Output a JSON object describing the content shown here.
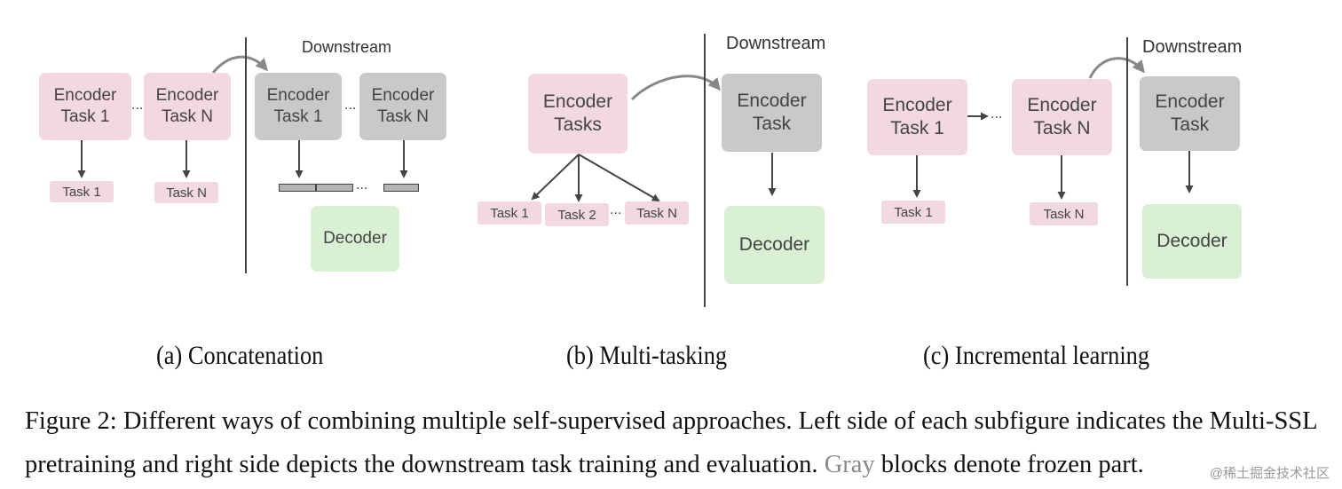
{
  "panel_a": {
    "downstream_label": "Downstream",
    "enc1": [
      "Encoder",
      "Task 1"
    ],
    "encN": [
      "Encoder",
      "Task N"
    ],
    "frozen1": [
      "Encoder",
      "Task 1"
    ],
    "frozenN": [
      "Encoder",
      "Task N"
    ],
    "task1": "Task 1",
    "taskN": "Task N",
    "decoder": "Decoder",
    "dots": "...",
    "caption": "(a) Concatenation"
  },
  "panel_b": {
    "downstream_label": "Downstream",
    "enc": [
      "Encoder",
      "Tasks"
    ],
    "frozen": [
      "Encoder",
      "Task"
    ],
    "task1": "Task 1",
    "task2": "Task 2",
    "taskN": "Task N",
    "dots": "...",
    "decoder": "Decoder",
    "caption": "(b) Multi-tasking"
  },
  "panel_c": {
    "downstream_label": "Downstream",
    "enc1": [
      "Encoder",
      "Task 1"
    ],
    "encN": [
      "Encoder",
      "Task N"
    ],
    "frozen": [
      "Encoder",
      "Task"
    ],
    "task1": "Task 1",
    "taskN": "Task N",
    "dots": "...",
    "decoder": "Decoder",
    "caption": "(c) Incremental learning"
  },
  "figure_caption": {
    "part1": "Figure 2: Different ways of combining multiple self-supervised approaches. Left side of each subfigure indicates the Multi-SSL pretraining and right side depicts the downstream task training and evaluation. ",
    "gray_word": "Gray",
    "part2": " blocks denote frozen part."
  },
  "watermark": "@稀土掘金技术社区",
  "colors": {
    "pink": "#f2d8e2",
    "gray": "#c9c9c9",
    "green": "#d9f0d4",
    "gray_text": "#8a8a8a"
  }
}
